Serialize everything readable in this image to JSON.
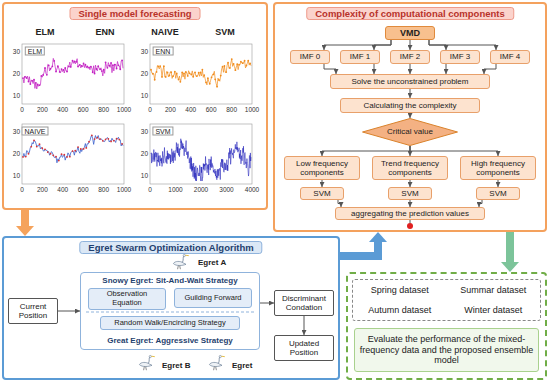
{
  "diagram": {
    "nodes": [
      {
        "text": [
          "Single model forecasting"
        ]
      },
      {
        "text": [
          "Complexity of computational components"
        ]
      },
      {
        "text": [
          "VMD"
        ],
        "in": 1
      },
      {
        "text": [
          "IMF 0"
        ],
        "in": 1
      },
      {
        "text": [
          "IMF 1"
        ],
        "in": 1
      },
      {
        "text": [
          "IMF 2"
        ],
        "in": 1
      },
      {
        "text": [
          "IMF 3"
        ],
        "in": 1
      },
      {
        "text": [
          "IMF 4"
        ],
        "in": 1
      },
      {
        "text": [
          "Solve the unconstrained problem"
        ],
        "in": 1
      },
      {
        "text": [
          "Calculating the complexity"
        ],
        "in": 1
      },
      {
        "text": [
          "Critical value"
        ],
        "in": 1
      },
      {
        "text": [
          "Low frequency components"
        ],
        "in": 1
      },
      {
        "text": [
          "Trend frequency components"
        ],
        "in": 1
      },
      {
        "text": [
          "High frequency components"
        ],
        "in": 1
      },
      {
        "text": [
          "SVM"
        ],
        "in": 1
      },
      {
        "text": [
          "SVM"
        ],
        "in": 1
      },
      {
        "text": [
          "SVM"
        ],
        "in": 1
      },
      {
        "text": [
          "aggregating the prediction values"
        ],
        "in": 1
      },
      {
        "text": [
          "Egret Swarm Optimization Algorithm"
        ]
      },
      {
        "text": [
          "Current Position"
        ],
        "in": 18
      },
      {
        "text": [
          "Snowy Egret: Sit-And-Wait Strategy",
          "Great Egret: Aggressive Strategy"
        ],
        "in": 18
      },
      {
        "text": [
          "Observation Equation"
        ],
        "in": 20
      },
      {
        "text": [
          "Guilding Forward"
        ],
        "in": 20
      },
      {
        "text": [
          "Random Walk/Encircling Strategy"
        ],
        "in": 20
      },
      {
        "text": [
          "Discriminant Condation"
        ],
        "in": 18
      },
      {
        "text": [
          "Updated Position"
        ],
        "in": 18
      },
      {
        "text": [
          "Evaluate the performance of the mixed-frequency data and the proposed ensemble model"
        ]
      },
      {
        "text": [
          "Spring dataset",
          "Summar dataset",
          "Autumn dataset",
          "Winter dataset"
        ],
        "in": 26
      }
    ],
    "edges": [
      {
        "from": 0,
        "to": 18,
        "arrow": "to"
      },
      {
        "from": 18,
        "to": 1,
        "arrow": "to"
      },
      {
        "from": 1,
        "to": 26,
        "arrow": "to"
      },
      {
        "from": 2,
        "to": 3,
        "arrow": "to"
      },
      {
        "from": 2,
        "to": 4,
        "arrow": "to"
      },
      {
        "from": 2,
        "to": 5,
        "arrow": "to"
      },
      {
        "from": 2,
        "to": 6,
        "arrow": "to"
      },
      {
        "from": 2,
        "to": 7,
        "arrow": "to"
      },
      {
        "from": 3,
        "to": 8,
        "arrow": "to"
      },
      {
        "from": 4,
        "to": 8,
        "arrow": "to"
      },
      {
        "from": 5,
        "to": 8,
        "arrow": "to"
      },
      {
        "from": 6,
        "to": 8,
        "arrow": "to"
      },
      {
        "from": 7,
        "to": 8,
        "arrow": "to"
      },
      {
        "from": 8,
        "to": 9,
        "arrow": "to"
      },
      {
        "from": 9,
        "to": 10,
        "arrow": "to"
      },
      {
        "from": 10,
        "to": 11,
        "arrow": "to"
      },
      {
        "from": 10,
        "to": 12,
        "arrow": "to"
      },
      {
        "from": 10,
        "to": 13,
        "arrow": "to"
      },
      {
        "from": 11,
        "to": 14,
        "arrow": "to"
      },
      {
        "from": 12,
        "to": 15,
        "arrow": "to"
      },
      {
        "from": 13,
        "to": 16,
        "arrow": "to"
      },
      {
        "from": 14,
        "to": 17,
        "arrow": "to"
      },
      {
        "from": 15,
        "to": 17,
        "arrow": "to"
      },
      {
        "from": 16,
        "to": 17,
        "arrow": "to"
      },
      {
        "from": 19,
        "to": 20,
        "arrow": "to"
      },
      {
        "from": 20,
        "to": 24,
        "arrow": "to"
      },
      {
        "from": 24,
        "to": 25,
        "arrow": "to"
      }
    ],
    "labels": [
      "ELM",
      "ENN",
      "NAIVE",
      "SVM",
      "ELM",
      "30",
      "20",
      "10",
      "0",
      "200",
      "400",
      "600",
      "800",
      "1000",
      "ENN",
      "30",
      "20",
      "10",
      "0",
      "200",
      "400",
      "600",
      "800",
      "1000",
      "NAIVE",
      "30",
      "20",
      "10",
      "0",
      "200",
      "400",
      "600",
      "800",
      "1000",
      "SVM",
      "30",
      "20",
      "10",
      "0",
      "1000",
      "2000",
      "3000",
      "4000",
      "Egret A",
      "Egret B",
      "Egret"
    ]
  }
}
